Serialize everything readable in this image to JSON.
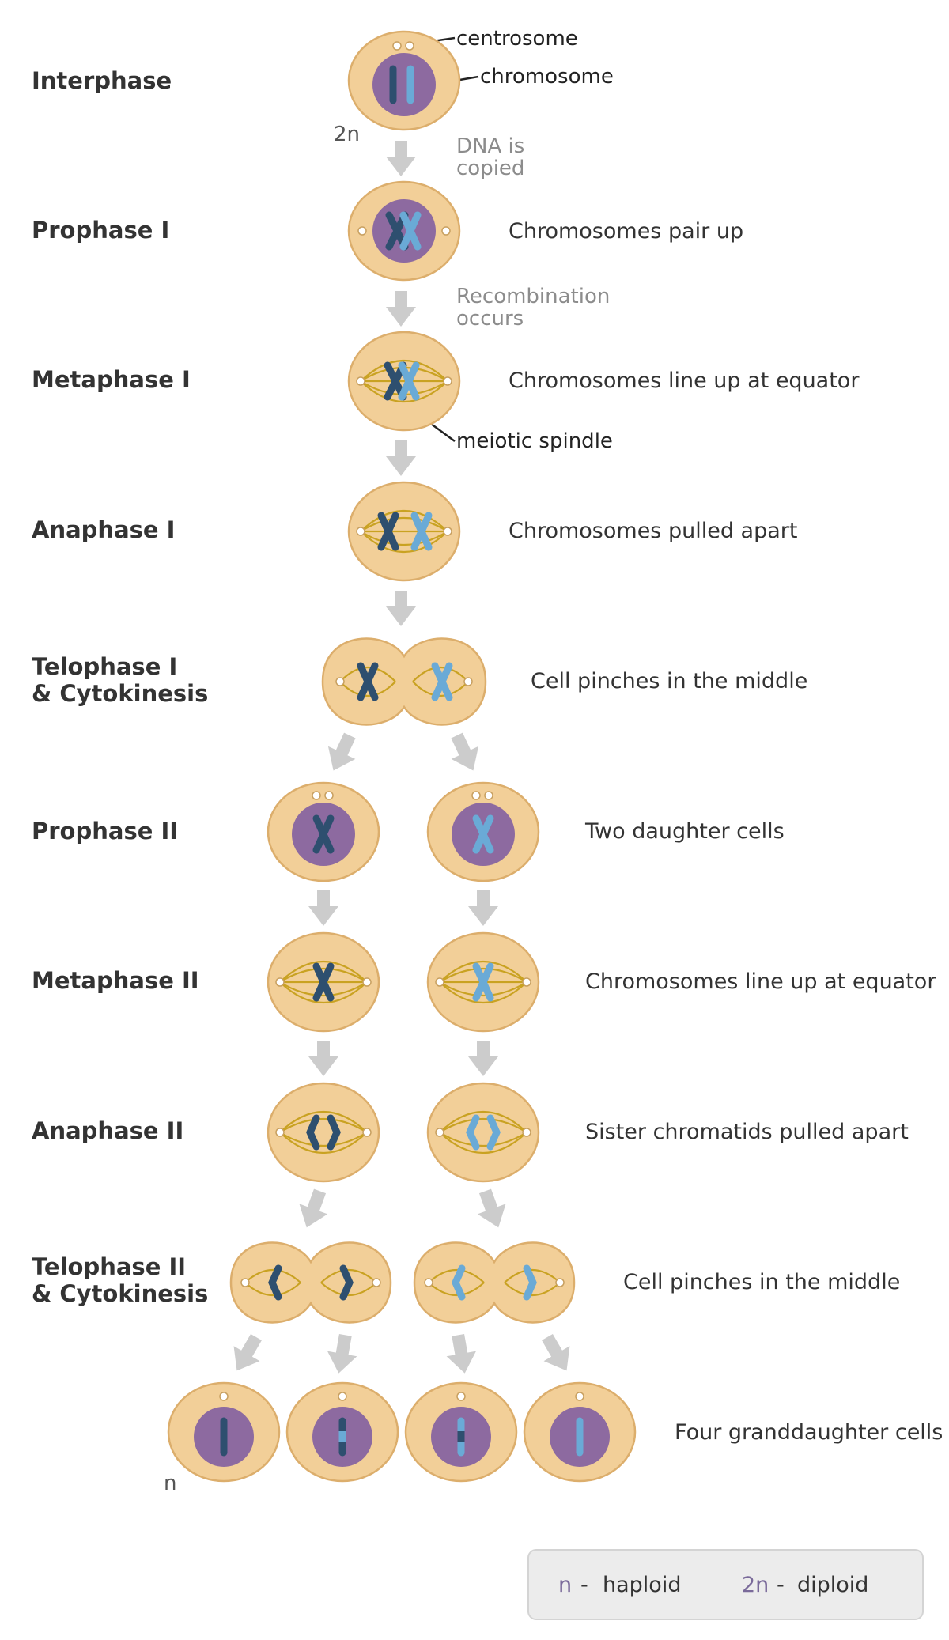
{
  "stages": [
    {
      "label": "Interphase",
      "description": ""
    },
    {
      "label": "Prophase I",
      "description": "Chromosomes pair up"
    },
    {
      "label": "Metaphase I",
      "description": "Chromosomes line up at equator"
    },
    {
      "label": "Anaphase I",
      "description": "Chromosomes pulled apart"
    },
    {
      "label_line1": "Telophase I",
      "label_line2": "& Cytokinesis",
      "description": "Cell pinches in the middle"
    },
    {
      "label": "Prophase II",
      "description": "Two daughter cells"
    },
    {
      "label": "Metaphase II",
      "description": "Chromosomes line up at equator"
    },
    {
      "label": "Anaphase II",
      "description": "Sister chromatids pulled apart"
    },
    {
      "label_line1": "Telophase II",
      "label_line2": "& Cytokinesis",
      "description": "Cell pinches in the middle"
    },
    {
      "label": "",
      "description": "Four granddaughter cells"
    }
  ],
  "callouts": {
    "centrosome": "centrosome",
    "chromosome": "chromosome",
    "spindle": "meiotic spindle"
  },
  "notes": {
    "dna_line1": "DNA is",
    "dna_line2": "copied",
    "recomb_line1": "Recombination",
    "recomb_line2": "occurs"
  },
  "ploidy": {
    "top": "2n",
    "bottom": "n"
  },
  "key": {
    "haploid_symbol": "n",
    "haploid_label": "haploid",
    "diploid_symbol": "2n",
    "diploid_label": "diploid",
    "dash": "-"
  },
  "colors": {
    "cell": "#f2cf98",
    "nucleus": "#8d6aa0",
    "spindle": "#c9a222",
    "chromosome_dark": "#2e4f6f",
    "chromosome_light": "#6aaad6",
    "arrow": "#cccccc"
  }
}
